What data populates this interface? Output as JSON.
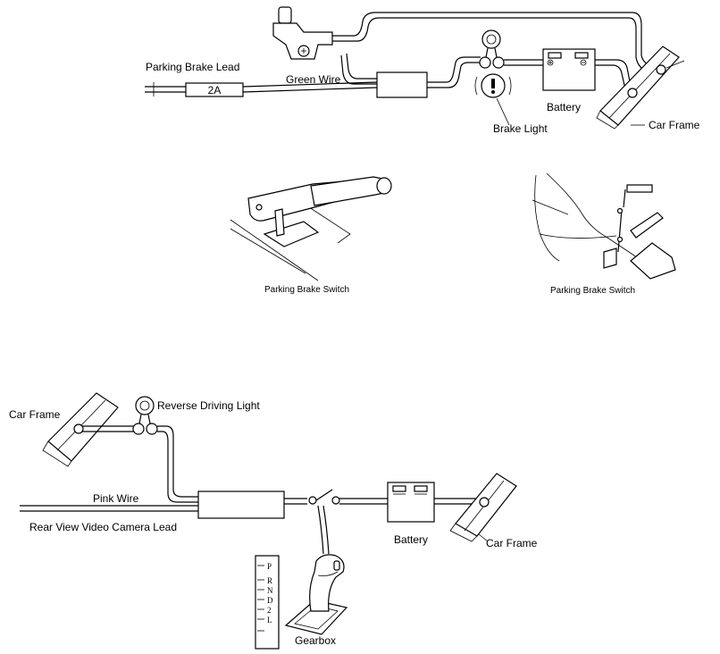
{
  "top_diagram": {
    "parking_brake_lead": "Parking Brake Lead",
    "fuse_label": "2A",
    "green_wire": "Green Wire",
    "brake_light": "Brake Light",
    "battery": "Battery",
    "car_frame": "Car Frame"
  },
  "switch_illustrations": {
    "left_caption": "Parking Brake Switch",
    "right_caption": "Parking Brake Switch"
  },
  "bottom_diagram": {
    "car_frame_left": "Car Frame",
    "reverse_light": "Reverse Driving Light",
    "pink_wire": "Pink Wire",
    "camera_lead": "Rear View Video Camera Lead",
    "battery": "Battery",
    "car_frame_right": "Car Frame",
    "gearbox": "Gearbox",
    "gear_positions": [
      "P",
      "R",
      "N",
      "D",
      "2",
      "L"
    ]
  }
}
